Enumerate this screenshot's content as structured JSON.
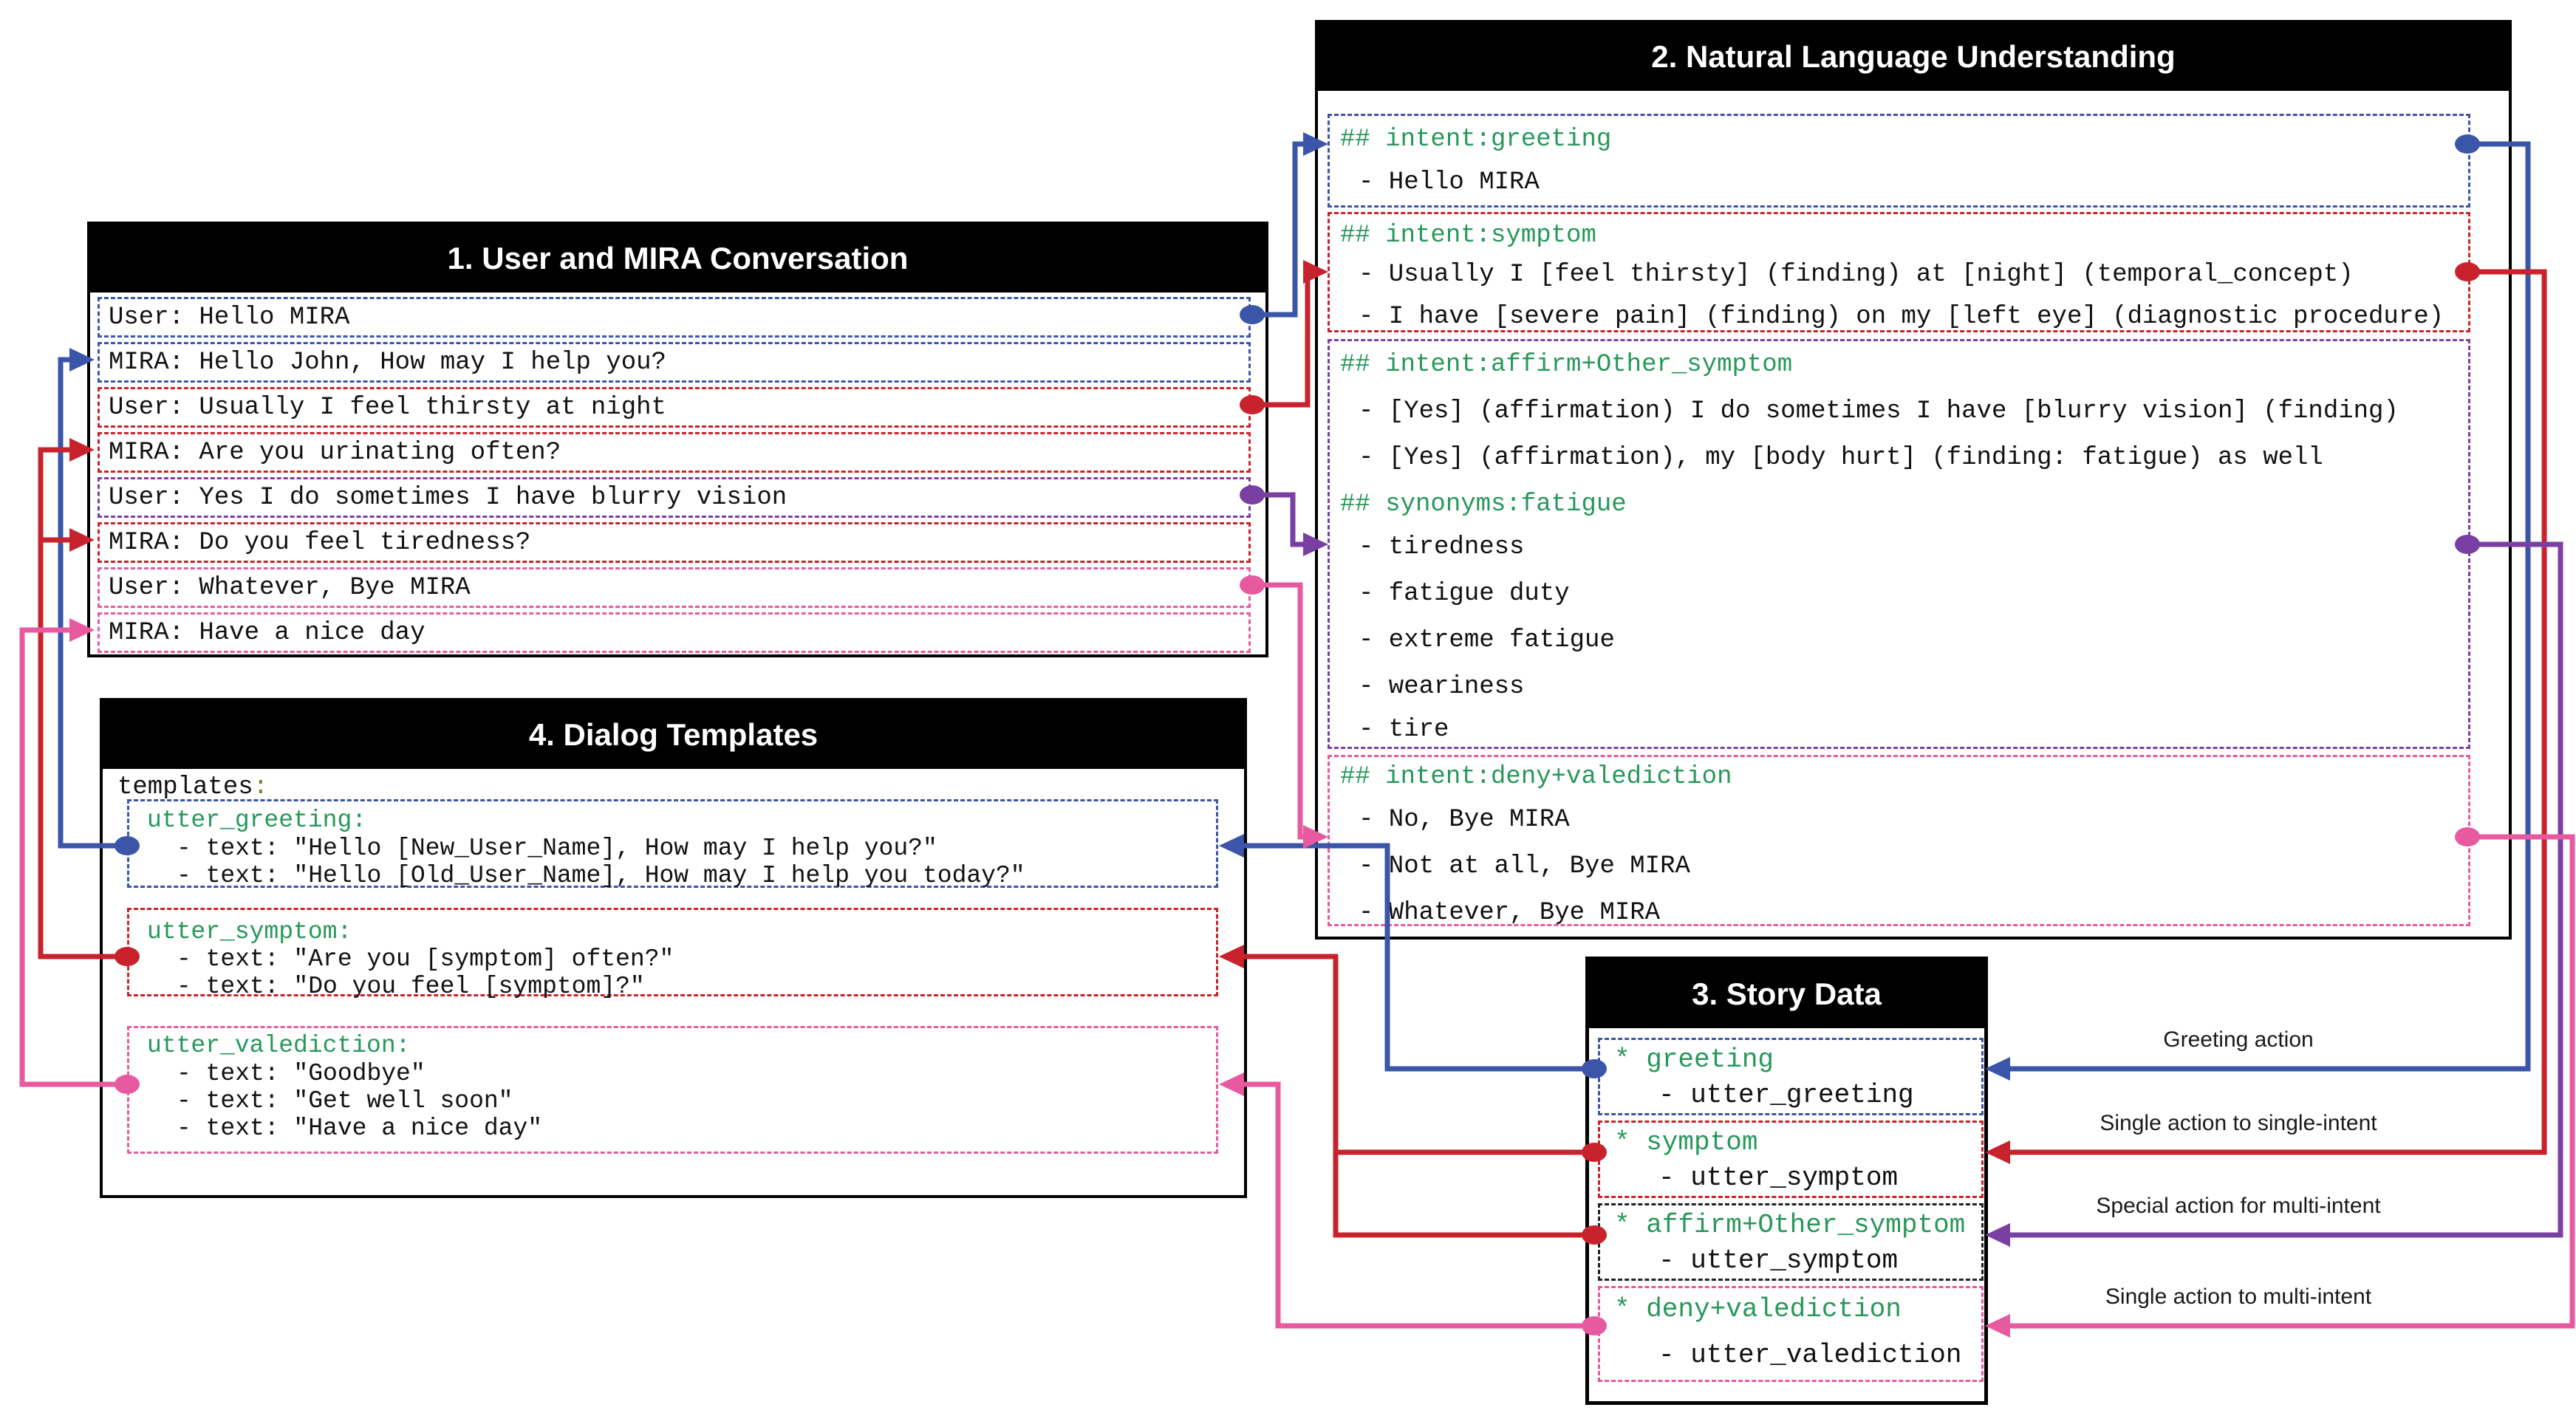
{
  "conversation": {
    "title": "1. User and MIRA Conversation",
    "rows": [
      "User: Hello MIRA",
      "MIRA: Hello John, How may I help you?",
      "User: Usually I feel thirsty at night",
      "MIRA: Are you urinating often?",
      "User: Yes I do sometimes I have blurry vision",
      "MIRA: Do you feel tiredness?",
      "User: Whatever, Bye MIRA",
      "MIRA: Have a nice day"
    ]
  },
  "nlu": {
    "title": "2. Natural Language Understanding",
    "greeting": {
      "header": "## intent:greeting",
      "ex1": "- Hello MIRA"
    },
    "symptom": {
      "header": "## intent:symptom",
      "ex1": "- Usually I [feel thirsty] (finding) at [night] (temporal_concept)",
      "ex2": "- I have [severe pain] (finding) on my [left eye] (diagnostic procedure)"
    },
    "multi": {
      "header": "## intent:affirm+Other_symptom",
      "ex1": "- [Yes] (affirmation) I do sometimes I have [blurry vision] (finding)",
      "ex2": "- [Yes] (affirmation), my [body hurt] (finding: fatigue) as well",
      "syn_header": "## synonyms:fatigue",
      "syn1": "- tiredness",
      "syn2": "- fatigue duty",
      "syn3": "- extreme fatigue",
      "syn4": "- weariness",
      "syn5": "- tire"
    },
    "deny": {
      "header": "## intent:deny+valediction",
      "ex1": "- No, Bye MIRA",
      "ex2": "- Not at all, Bye MIRA",
      "ex3": "- Whatever, Bye MIRA"
    }
  },
  "story": {
    "title": "3. Story Data",
    "greeting": {
      "intent": "* greeting",
      "action": "- utter_greeting"
    },
    "symptom": {
      "intent": "* symptom",
      "action": "- utter_symptom"
    },
    "multi": {
      "intent": "* affirm+Other_symptom",
      "action": "- utter_symptom"
    },
    "deny": {
      "intent": "* deny+valediction",
      "action": "- utter_valediction"
    }
  },
  "templates": {
    "title": "4. Dialog Templates",
    "root": "templates",
    "root_colon": ":",
    "greeting": {
      "name": "utter_greeting:",
      "t1": "- text: \"Hello [New_User_Name], How may I help you?\"",
      "t2": "- text: \"Hello [Old_User_Name], How may I help you today?\""
    },
    "symptom": {
      "name": "utter_symptom:",
      "t1": "- text: \"Are you [symptom] often?\"",
      "t2": "- text: \"Do you feel [symptom]?\""
    },
    "valediction": {
      "name": "utter_valediction:",
      "t1": "- text: \"Goodbye\"",
      "t2": "- text: \"Get well soon\"",
      "t3": "- text: \"Have a nice day\""
    }
  },
  "arrow_labels": {
    "greeting": "Greeting action",
    "single_single": "Single action to single-intent",
    "special_multi": "Special action for multi-intent",
    "single_multi": "Single action to multi-intent"
  },
  "colors": {
    "greeting_blue": "#3b55a8",
    "symptom_red": "#c8232c",
    "multi_purple": "#7a3fa2",
    "valediction_pink": "#e85aa0",
    "intent_green": "#27985a"
  }
}
